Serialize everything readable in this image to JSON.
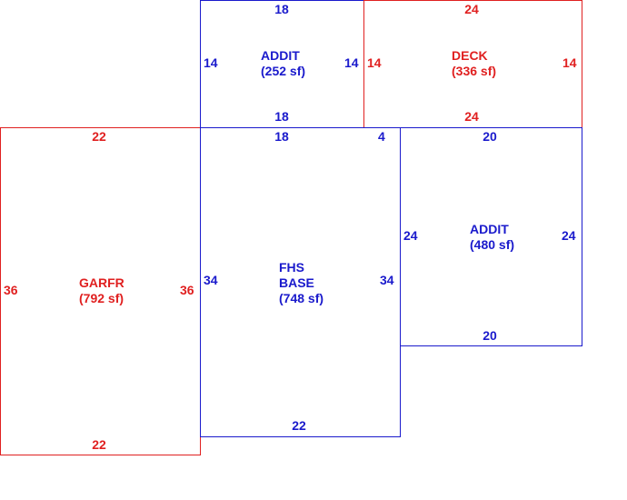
{
  "colors": {
    "red": "#e02020",
    "blue": "#1a1acc"
  },
  "areas": {
    "addit_top": {
      "name": "ADDIT",
      "area": "(252 sf)",
      "top": "18",
      "bottom": "18",
      "left": "14",
      "right": "14"
    },
    "deck": {
      "name": "DECK",
      "area": "(336 sf)",
      "top": "24",
      "bottom": "24",
      "left": "14",
      "right": "14"
    },
    "garfr": {
      "name": "GARFR",
      "area": "(792 sf)",
      "top": "22",
      "bottom": "22",
      "left": "36",
      "right": "36"
    },
    "fhs_base": {
      "name1": "FHS",
      "name2": "BASE",
      "area": "(748 sf)",
      "top": "18",
      "top_right": "4",
      "bottom": "22",
      "left": "34",
      "right": "34"
    },
    "addit_right": {
      "name": "ADDIT",
      "area": "(480 sf)",
      "top": "20",
      "bottom": "20",
      "left": "24",
      "right": "24"
    }
  }
}
